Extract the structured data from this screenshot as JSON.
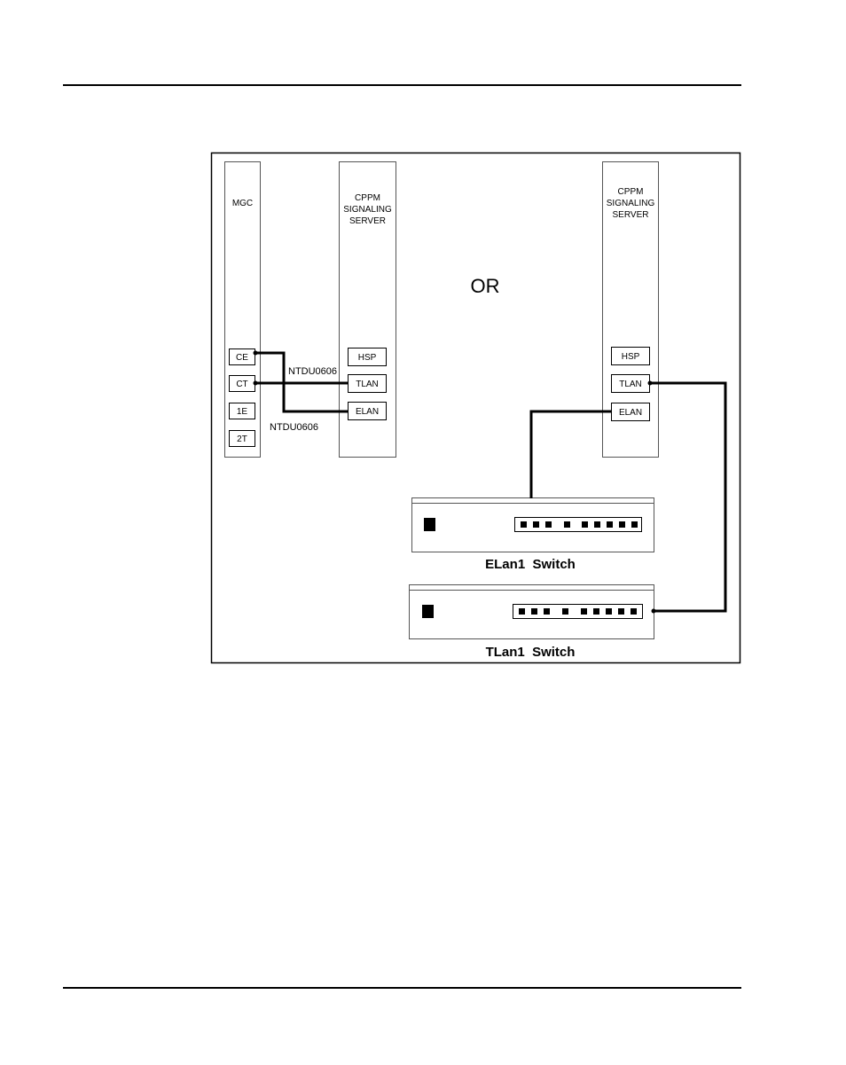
{
  "labels": {
    "mgc": "MGC",
    "server_left": [
      "CPPM",
      "SIGNALING",
      "SERVER"
    ],
    "server_right": [
      "CPPM",
      "SIGNALING",
      "SERVER"
    ],
    "or": "OR",
    "cable_1": "NTDU0606",
    "cable_2": "NTDU0606",
    "elan_switch": "ELan1  Switch",
    "tlan_switch": "TLan1  Switch"
  },
  "mgc_ports": [
    "CE",
    "CT",
    "1E",
    "2T"
  ],
  "server_left_ports": [
    "HSP",
    "TLAN",
    "ELAN"
  ],
  "server_right_ports": [
    "HSP",
    "TLAN",
    "ELAN"
  ]
}
